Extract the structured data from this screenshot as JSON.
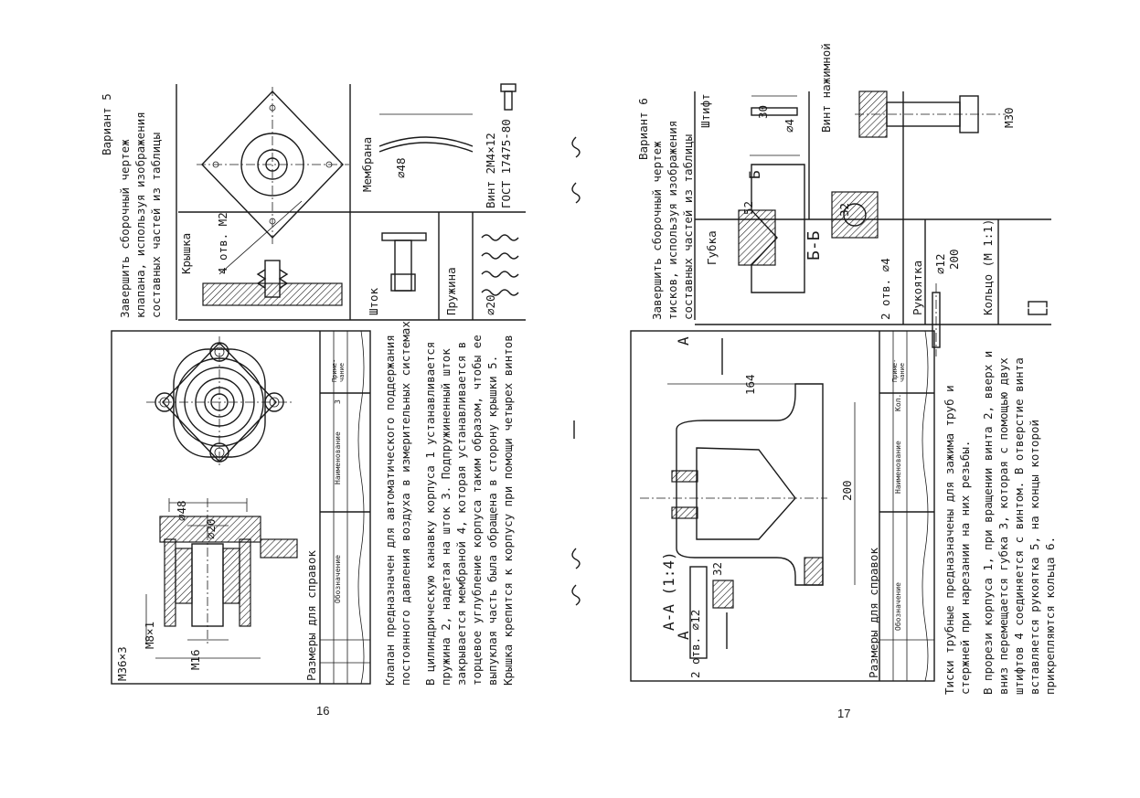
{
  "page_left": {
    "number": "16",
    "variant": "Вариант 5",
    "task": [
      "Завершить сборочный чертеж",
      "клапана, используя изображения",
      "составных частей из таблицы"
    ],
    "parts": {
      "lid": "Крышка",
      "lid_holes": "4 отв. М2",
      "membrane": "Мембрана",
      "membrane_dim": "⌀48",
      "rod": "Шток",
      "spring": "Пружина",
      "spring_dim": "⌀20",
      "screw": "Винт 2М4×12",
      "screw_gost": "ГОСТ 17475-80"
    },
    "drawing": {
      "dim_m36": "М36×3",
      "dim_m16": "М16",
      "dim_m8": "М8×1",
      "dim_d20": "⌀20",
      "dim_d48": "⌀48",
      "ref_label": "Размеры для справок"
    },
    "table": {
      "col1": "Обозначение",
      "col2": "Наименование",
      "col3": "Приме-чание",
      "num": "3"
    },
    "description": [
      "Клапан предназначен для автоматического поддержания",
      "постоянного давления воздуха в измерительных системах",
      "В цилиндрическую канавку корпуса 1 устанавливается",
      "пружина 2, надетая на шток 3. Подпружиненный шток",
      "закрывается мембраной 4, которая устанавливается в",
      "торцевое углубление корпуса таким образом, чтобы ее",
      "выпуклая часть была обращена в сторону крышки 5.",
      "Крышка крепится к корпусу при помощи четырех винтов"
    ]
  },
  "page_right": {
    "number": "17",
    "variant": "Вариант 6",
    "task": [
      "Завершить сборочный чертеж",
      "тисков, используя изображения",
      "составных частей из таблицы"
    ],
    "parts": {
      "jaw": "Губка",
      "jaw_dim": "52",
      "pin": "Штифт",
      "pin_len": "30",
      "pin_dia": "⌀4",
      "screw": "Винт нажимной",
      "screw_dim": "М30",
      "section": "Б-Б",
      "section_dim": "32",
      "section_label": "Б",
      "holes": "2 отв. ⌀4",
      "handle": "Рукоятка",
      "handle_dim": "200",
      "handle_dia": "⌀12",
      "ring": "Кольцо (М 1:1)"
    },
    "drawing": {
      "section_aa": "А-А (1:4)",
      "label_a": "А",
      "holes": "2 отв. ⌀12",
      "dim_32": "32",
      "dim_164": "164",
      "dim_200": "200",
      "ref_label": "Размеры для справок"
    },
    "table": {
      "col1": "Обозначение",
      "col2": "Наименование",
      "col3": "Приме-чание",
      "col4": "Кол."
    },
    "description": [
      "Тиски трубные предназначены для зажима труб и",
      "стержней при нарезании на них резьбы.",
      "В прорези корпуса 1, при вращении винта 2, вверх и",
      "вниз перемещается губка 3, которая с помощью двух",
      "штифтов 4 соединяется с винтом. В отверстие винта",
      "вставляется рукоятка 5, на концы которой",
      "прикрепляются кольца 6."
    ]
  }
}
